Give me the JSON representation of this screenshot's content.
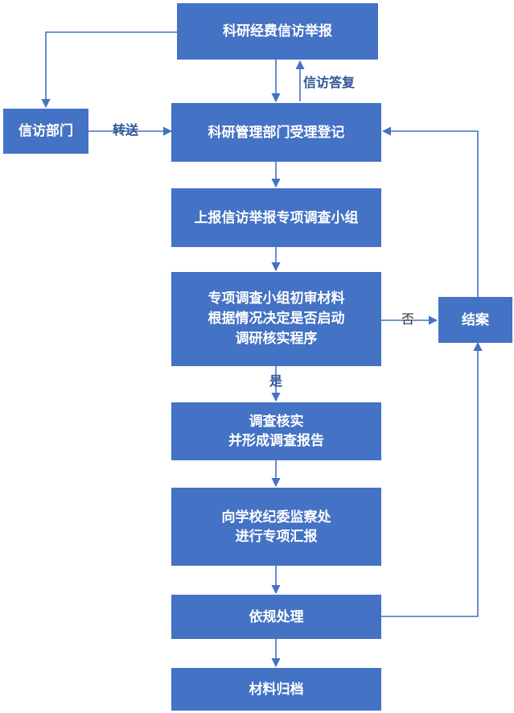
{
  "nodes": {
    "report": "科研经费信访举报",
    "petition_dept": "信访部门",
    "register": "科研管理部门受理登记",
    "report_group": "上报信访举报专项调查小组",
    "review": [
      "专项调查小组初审材料",
      "根据情况决定是否启动",
      "调研核实程序"
    ],
    "close": "结案",
    "investigate": [
      "调查核实",
      "并形成调查报告"
    ],
    "report_commission": [
      "向学校纪委监察处",
      "进行专项汇报"
    ],
    "handle": "依规处理",
    "archive": "材料归档"
  },
  "labels": {
    "forward": "转送",
    "reply": "信访答复",
    "no": "否",
    "yes": "是"
  },
  "colors": {
    "box": "#4472c4",
    "arrow": "#4472c4",
    "label": "#2f5597"
  }
}
